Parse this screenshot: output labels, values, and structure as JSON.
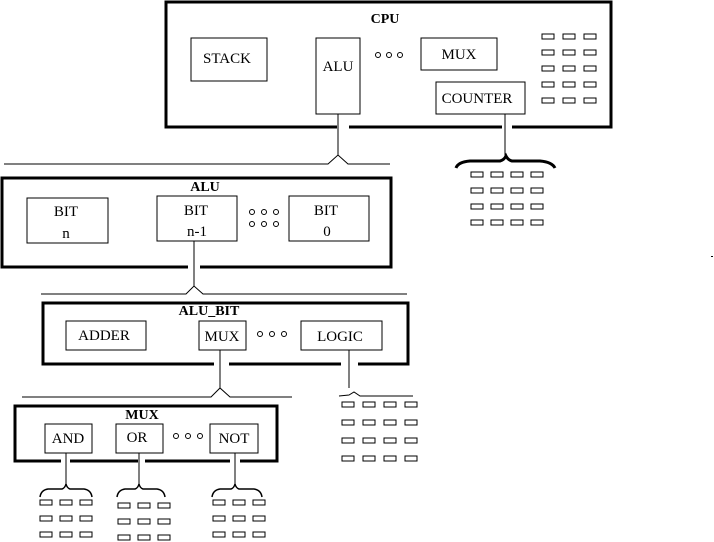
{
  "diagram": {
    "type": "hierarchical-block-diagram",
    "colors": {
      "stroke": "#000000",
      "background": "#ffffff"
    },
    "cpu": {
      "title": "CPU",
      "components": [
        "STACK",
        "ALU",
        "MUX",
        "COUNTER"
      ],
      "ellipsis": "o o o",
      "register_grid": {
        "rows": 5,
        "cols": 3
      },
      "counter_output_grid": {
        "rows": 4,
        "cols": 4
      }
    },
    "alu": {
      "title": "ALU",
      "bits": [
        {
          "line1": "BIT",
          "line2": "n"
        },
        {
          "line1": "BIT",
          "line2": "n-1"
        },
        {
          "line1": "BIT",
          "line2": "0"
        }
      ],
      "ellipsis": "o o o"
    },
    "alu_bit": {
      "title": "ALU_BIT",
      "components": [
        "ADDER",
        "MUX",
        "LOGIC"
      ],
      "ellipsis": "o o o",
      "logic_output_grid": {
        "rows": 4,
        "cols": 4
      }
    },
    "mux": {
      "title": "MUX",
      "gates": [
        "AND",
        "OR",
        "NOT"
      ],
      "ellipsis": "o o o",
      "gate_output_grid": {
        "rows": 3,
        "cols": 3
      }
    }
  }
}
